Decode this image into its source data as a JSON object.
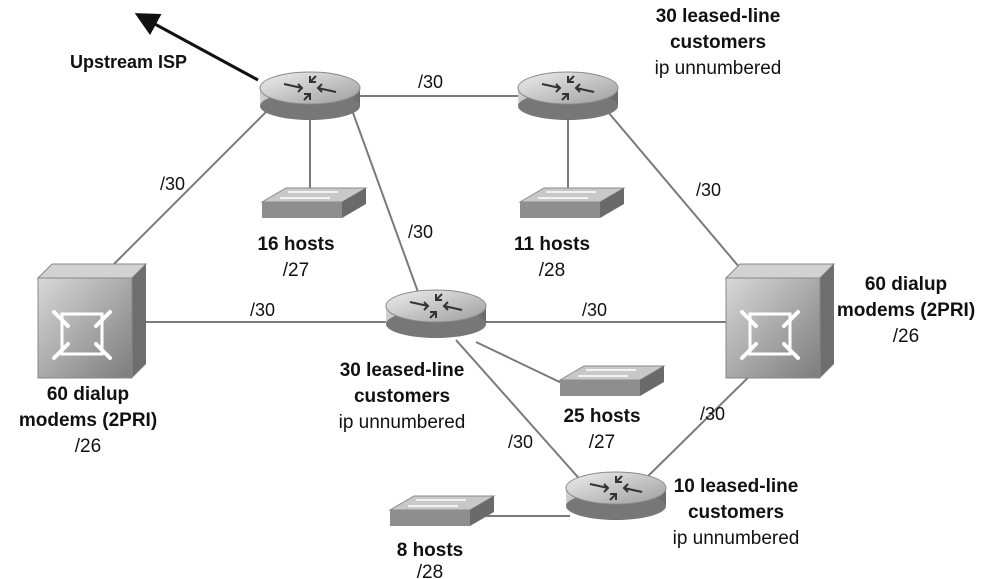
{
  "upstream": {
    "label": "Upstream ISP"
  },
  "links": {
    "top_mask": "/30",
    "nw_left_mask": "/30",
    "nw_center_mask": "/30",
    "ne_right_mask": "/30",
    "mid_left_mask": "/30",
    "mid_right_mask": "/30",
    "se_right_mask": "/30",
    "center_bottom_mask": "/30"
  },
  "routers": {
    "top_right": {
      "line1": "30 leased-line",
      "line2": "customers",
      "line3": "ip unnumbered"
    },
    "center": {
      "line1": "30 leased-line",
      "line2": "customers",
      "line3": "ip unnumbered"
    },
    "bottom": {
      "line1": "10 leased-line",
      "line2": "customers",
      "line3": "ip unnumbered"
    }
  },
  "access_servers": {
    "left": {
      "line1": "60 dialup",
      "line2": "modems (2PRI)",
      "line3": "/26"
    },
    "right": {
      "line1": "60 dialup",
      "line2": "modems (2PRI)",
      "line3": "/26"
    }
  },
  "switches": {
    "top_left": {
      "hosts": "16 hosts",
      "mask": "/27"
    },
    "top_right": {
      "hosts": "11 hosts",
      "mask": "/28"
    },
    "center": {
      "hosts": "25 hosts",
      "mask": "/27"
    },
    "bottom": {
      "hosts": "8 hosts",
      "mask": "/28"
    }
  },
  "colors": {
    "link": "#7a7a7a",
    "device": "#9a9a9a",
    "text": "#111111"
  }
}
